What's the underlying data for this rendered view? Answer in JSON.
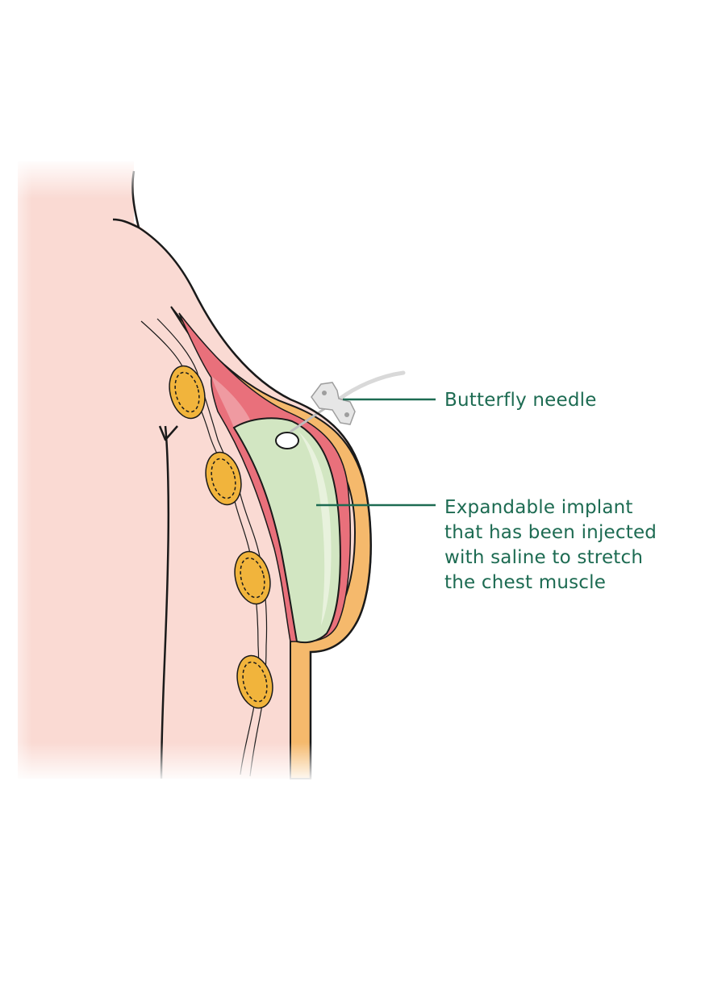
{
  "colors": {
    "skin": "#fadad3",
    "fat_layer": "#f5b96c",
    "muscle": "#e9707b",
    "muscle_light": "#ef9aa1",
    "implant": "#d2e6c2",
    "implant_highlight": "#e8f2dd",
    "lymph_node": "#f1b43c",
    "outline": "#1a1a1a",
    "label_text": "#1d6b52",
    "leader_line": "#1d6b52",
    "needle": "#d9d9d9"
  },
  "labels": {
    "butterfly_needle": "Butterfly needle",
    "implant_lines": [
      "Expandable implant",
      "that has been injected",
      "with saline to stretch",
      "the chest muscle"
    ]
  },
  "icons": {
    "lymph_node": "oval-node-icon",
    "needle": "butterfly-needle-icon"
  }
}
